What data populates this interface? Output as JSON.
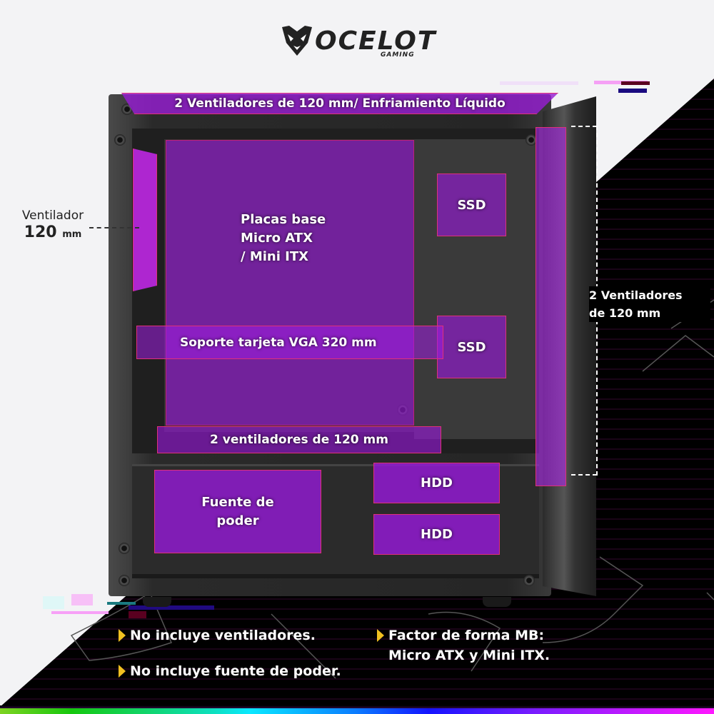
{
  "brand": {
    "logo_name": "OCELOT",
    "logo_sub": "GAMING",
    "logo_icon": "ocelot-head-icon"
  },
  "colors": {
    "highlight_purple": "#991adc",
    "highlight_border": "#e0307a",
    "bullet_accent": "#f0c020",
    "background_light": "#f3f3f5",
    "background_dark": "#000000"
  },
  "labels": {
    "top_radiator": "2 Ventiladores de 120 mm/ Enfriamiento Líquido",
    "motherboard": [
      "Placas base",
      "Micro ATX",
      "/ Mini ITX"
    ],
    "ssd_1": "SSD",
    "ssd_2": "SSD",
    "vga_support": "Soporte tarjeta VGA 320 mm",
    "bottom_fans": "2 ventiladores de 120 mm",
    "psu": [
      "Fuente de",
      "poder"
    ],
    "hdd_1": "HDD",
    "hdd_2": "HDD"
  },
  "callouts": {
    "rear_fan": {
      "line1": "Ventilador",
      "size": "120",
      "unit": "mm"
    },
    "front_fans": [
      "2 Ventiladores",
      "de 120 mm"
    ]
  },
  "features": [
    {
      "icon": "yellow-triangle-bullet-icon",
      "lines": [
        "No incluye ventiladores."
      ]
    },
    {
      "icon": "yellow-triangle-bullet-icon",
      "lines": [
        "No incluye fuente de poder."
      ]
    },
    {
      "icon": "yellow-triangle-bullet-icon",
      "lines": [
        "Factor de forma MB:",
        "Micro ATX y Mini ITX."
      ]
    }
  ]
}
